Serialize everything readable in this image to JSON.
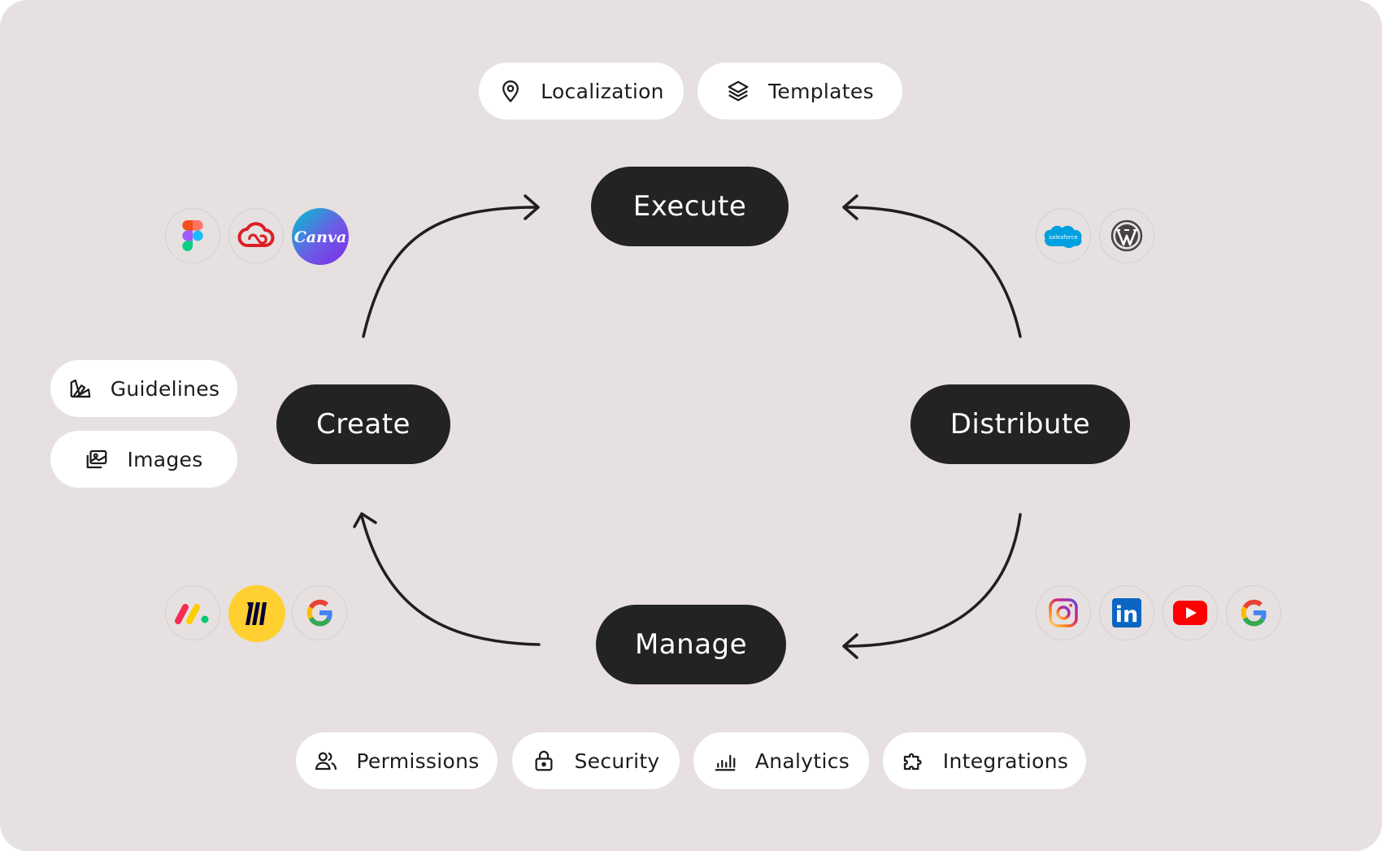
{
  "stages": {
    "execute": "Execute",
    "create": "Create",
    "distribute": "Distribute",
    "manage": "Manage"
  },
  "execute_features": [
    "Localization",
    "Templates"
  ],
  "create_features": [
    "Guidelines",
    "Images"
  ],
  "manage_features": [
    "Permissions",
    "Security",
    "Analytics",
    "Integrations"
  ],
  "logos": {
    "create_tools": [
      "figma-icon",
      "creative-cloud-icon",
      "canva-icon"
    ],
    "distribute_tools": [
      "salesforce-icon",
      "wordpress-icon"
    ],
    "manage_tools": [
      "monday-icon",
      "miro-icon",
      "google-icon"
    ],
    "channels": [
      "instagram-icon",
      "linkedin-icon",
      "youtube-icon",
      "google-icon"
    ]
  },
  "logo_text": {
    "canva": "Canva",
    "salesforce": "salesforce",
    "linkedin": "in"
  },
  "colors": {
    "background": "#e6e0e0",
    "stage_fill": "#232323",
    "pill_fill": "#ffffff",
    "arrow": "#1f1f1f"
  }
}
